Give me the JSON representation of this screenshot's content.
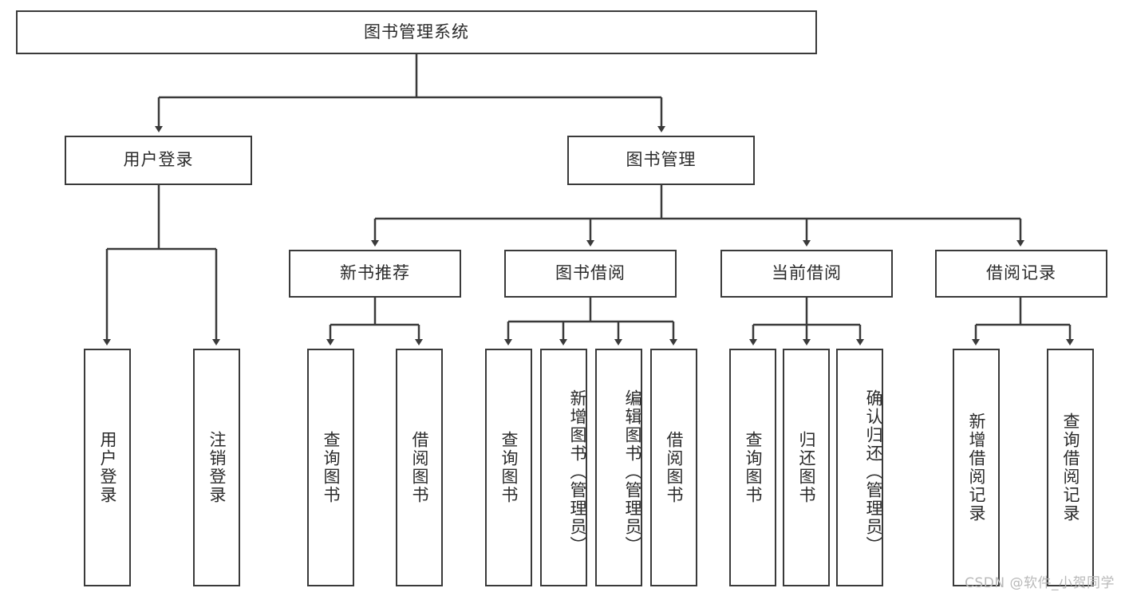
{
  "diagram": {
    "title": "图书管理系统",
    "type": "tree-hierarchy",
    "root": {
      "id": "root",
      "label": "图书管理系统"
    },
    "level2": [
      {
        "id": "user-login",
        "label": "用户登录"
      },
      {
        "id": "book-manage",
        "label": "图书管理"
      }
    ],
    "level3": [
      {
        "id": "new-book-recommend",
        "label": "新书推荐",
        "parent": "book-manage"
      },
      {
        "id": "book-borrow",
        "label": "图书借阅",
        "parent": "book-manage"
      },
      {
        "id": "current-borrow",
        "label": "当前借阅",
        "parent": "book-manage"
      },
      {
        "id": "borrow-record",
        "label": "借阅记录",
        "parent": "book-manage"
      }
    ],
    "leaves": {
      "user-login": [
        {
          "id": "leaf-user-login",
          "label": "用户登录"
        },
        {
          "id": "leaf-user-logout",
          "label": "注销登录"
        }
      ],
      "new-book-recommend": [
        {
          "id": "leaf-query-book-1",
          "label": "查询图书"
        },
        {
          "id": "leaf-borrow-book-1",
          "label": "借阅图书"
        }
      ],
      "book-borrow": [
        {
          "id": "leaf-query-book-2",
          "label": "查询图书"
        },
        {
          "id": "leaf-add-book",
          "label": "新增图书（管理员）"
        },
        {
          "id": "leaf-edit-book",
          "label": "编辑图书（管理员）"
        },
        {
          "id": "leaf-borrow-book-2",
          "label": "借阅图书"
        }
      ],
      "current-borrow": [
        {
          "id": "leaf-query-book-3",
          "label": "查询图书"
        },
        {
          "id": "leaf-return-book",
          "label": "归还图书"
        },
        {
          "id": "leaf-confirm-return",
          "label": "确认归还（管理员）"
        }
      ],
      "borrow-record": [
        {
          "id": "leaf-add-record",
          "label": "新增借阅记录"
        },
        {
          "id": "leaf-query-record",
          "label": "查询借阅记录"
        }
      ]
    },
    "watermark": "CSDN @软件_小贺同学",
    "colors": {
      "border": "#3a3a3a",
      "text": "#2b2b2b",
      "background": "#ffffff",
      "watermark": "#b9b9b9"
    }
  }
}
